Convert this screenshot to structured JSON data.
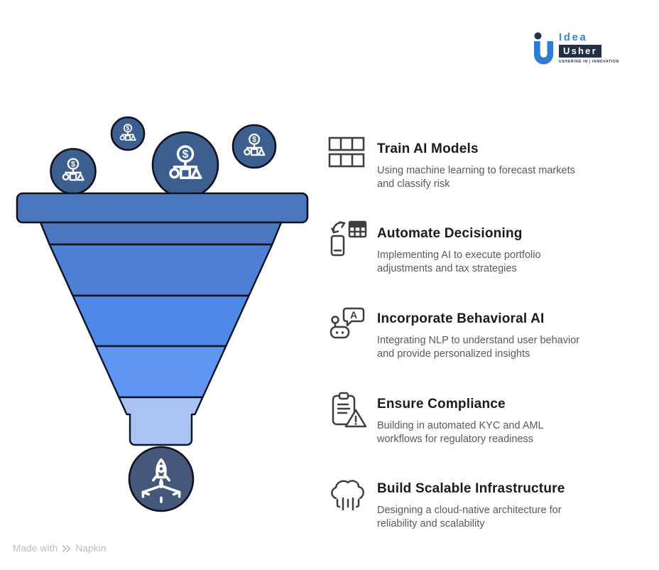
{
  "logo": {
    "idea": "Idea",
    "usher": "Usher",
    "tagline": "USHERING IN | INNOVATION",
    "brand_blue": "#2e7cd1",
    "brand_navy": "#232e47"
  },
  "icons": {
    "dollar_symbol": "$",
    "chat_letter": "A"
  },
  "funnel": {
    "band_colors": [
      "#4b77bc",
      "#4d80d4",
      "#4e89e8",
      "#5f95f3",
      "#a9c3f2"
    ],
    "outline_color": "#0d1322",
    "bubble_color": "#3d5f90",
    "rocket_bubble_color": "#45587b",
    "bubble_icon": "dollar-allocation-icon",
    "bottom_icon": "rocket-launch-icon"
  },
  "steps": [
    {
      "title": "Train AI Models",
      "desc_lines": [
        "Using machine learning to forecast markets",
        "and classify risk"
      ],
      "icon": "table-grid-icon"
    },
    {
      "title": "Automate Decisioning",
      "desc_lines": [
        "Implementing AI to execute portfolio",
        "adjustments and tax strategies"
      ],
      "icon": "device-data-sync-icon"
    },
    {
      "title": "Incorporate Behavioral AI",
      "desc_lines": [
        "Integrating NLP to understand user behavior",
        "and provide personalized insights"
      ],
      "icon": "robot-chat-icon"
    },
    {
      "title": "Ensure Compliance",
      "desc_lines": [
        "Building in automated KYC and AML",
        "workflows for regulatory readiness"
      ],
      "icon": "clipboard-warning-icon"
    },
    {
      "title": "Build Scalable Infrastructure",
      "desc_lines": [
        "Designing a cloud-native architecture for",
        "reliability and scalability"
      ],
      "icon": "cloud-infrastructure-icon"
    }
  ],
  "footer": {
    "made_with": "Made with",
    "brand": "Napkin"
  }
}
